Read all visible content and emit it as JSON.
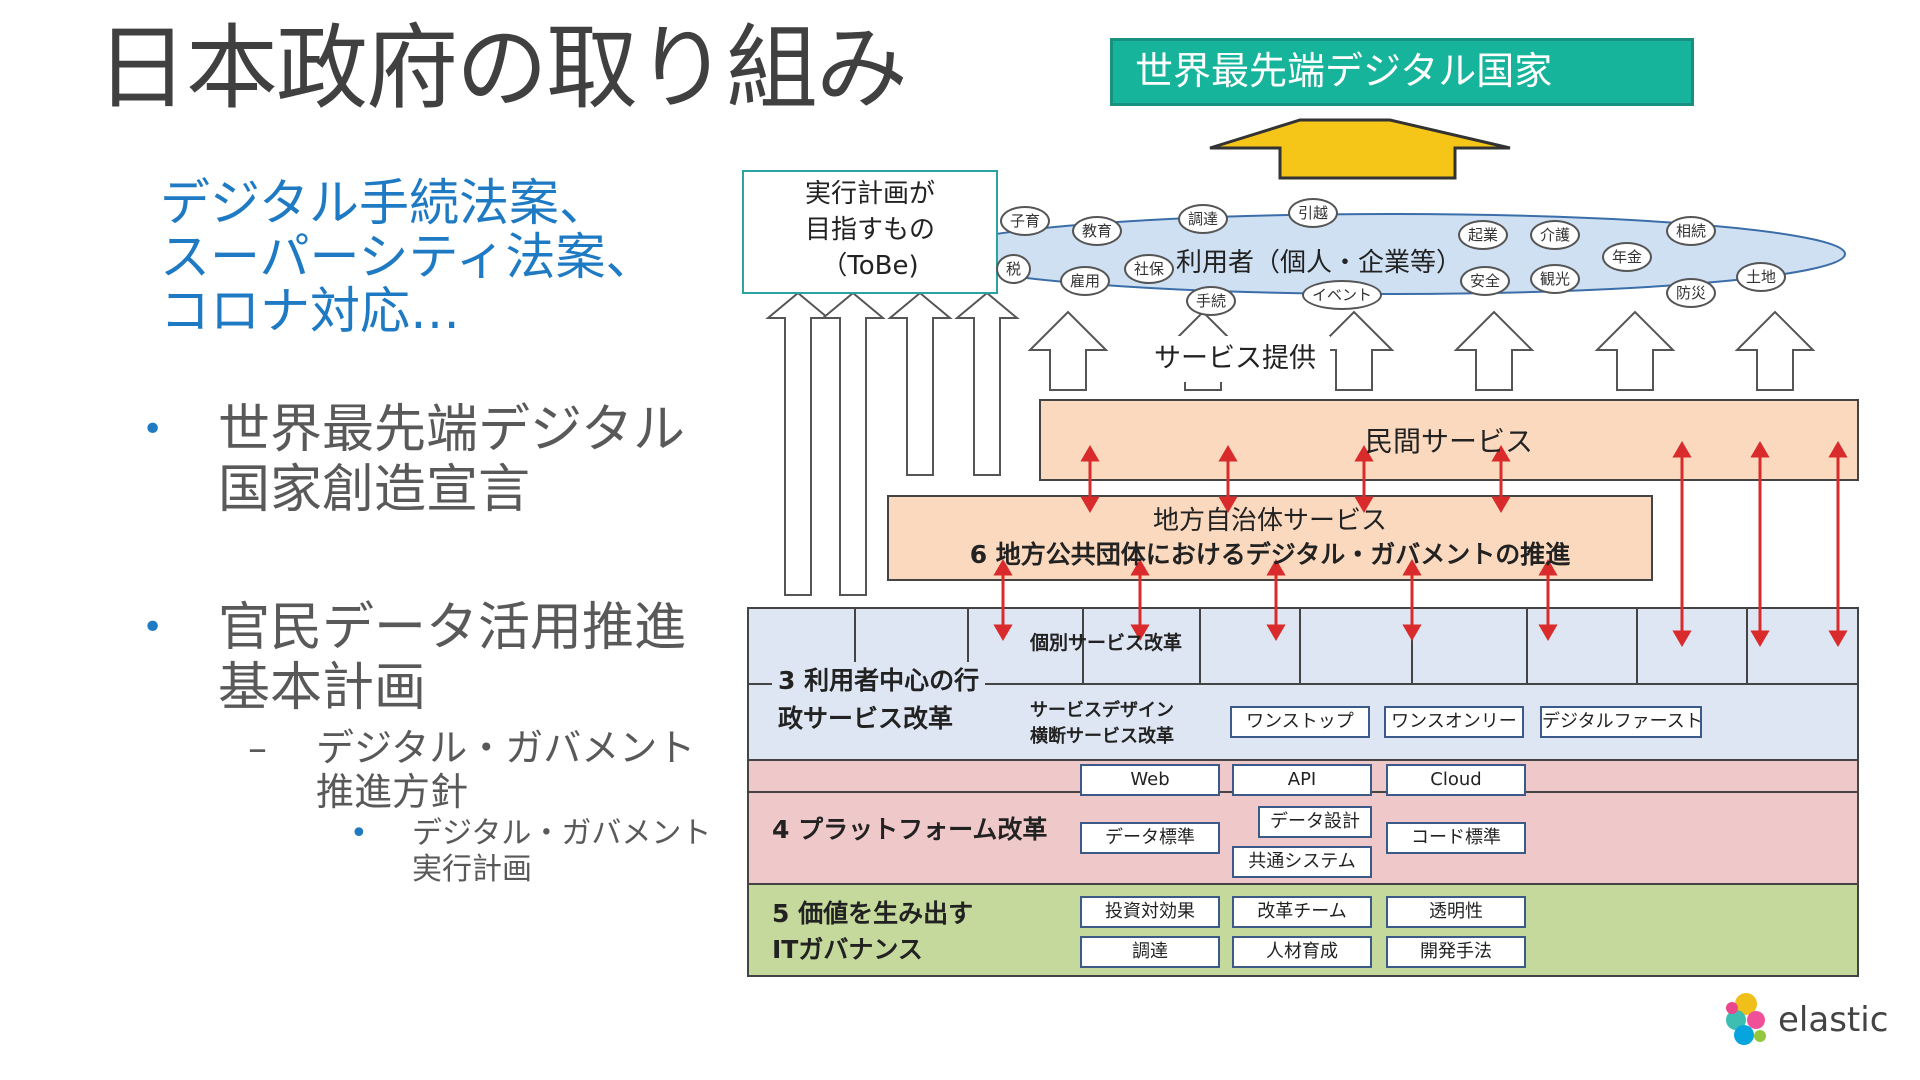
{
  "title": "日本政府の取り組み",
  "subtitle_lines": [
    "デジタル手続法案、",
    "スーパーシティ法案、",
    "コロナ対応…"
  ],
  "bullets": {
    "b1": [
      "世界最先端デジタル",
      "国家創造宣言"
    ],
    "b2": [
      "官民データ活用推進",
      "基本計画"
    ],
    "b2_sub": [
      "デジタル・ガバメント",
      "推進方針"
    ],
    "b2_sub_sub": [
      "デジタル・ガバメント",
      "実行計画"
    ],
    "bullet_char": "•",
    "dash_char": "–"
  },
  "diagram": {
    "banner": "世界最先端デジタル国家",
    "tobe": [
      "実行計画が",
      "目指すもの",
      "（ToBe)"
    ],
    "users_label": "利用者（個人・企業等）",
    "bubbles": [
      "子育",
      "教育",
      "調達",
      "引越",
      "起業",
      "介護",
      "相続",
      "税",
      "雇用",
      "社保",
      "手続",
      "イベント",
      "安全",
      "観光",
      "年金",
      "防災",
      "土地"
    ],
    "service_provision": "サービス提供",
    "private_services": "民間サービス",
    "local_services_1": "地方自治体サービス",
    "local_services_2": "6 地方公共団体におけるデジタル・ガバメントの推進",
    "individual_reform": "個別サービス改革",
    "layer3": [
      "3 利用者中心の行",
      "政サービス改革"
    ],
    "service_design": [
      "サービスデザイン",
      "横断サービス改革"
    ],
    "layer3_pills": [
      "ワンストップ",
      "ワンスオンリー",
      "デジタルファースト"
    ],
    "layer4": "4 プラットフォーム改革",
    "layer4_pills": [
      "Web",
      "API",
      "Cloud",
      "データ標準",
      "データ設計",
      "共通システム",
      "コード標準"
    ],
    "layer5": [
      "5 価値を生み出す",
      "ITガバナンス"
    ],
    "layer5_pills": [
      "投資対効果",
      "改革チーム",
      "透明性",
      "調達",
      "人材育成",
      "開発手法"
    ]
  },
  "brand": "elastic",
  "colors": {
    "accent_blue": "#1f7ac4",
    "banner": "#17b49c",
    "orange_box": "#fbd9bf",
    "layer3": "#dfe6f3",
    "layer4": "#efc9c9",
    "layer5": "#c5d99c",
    "red_arrow": "#d92b2b",
    "yellow_arrow": "#f5c518"
  }
}
